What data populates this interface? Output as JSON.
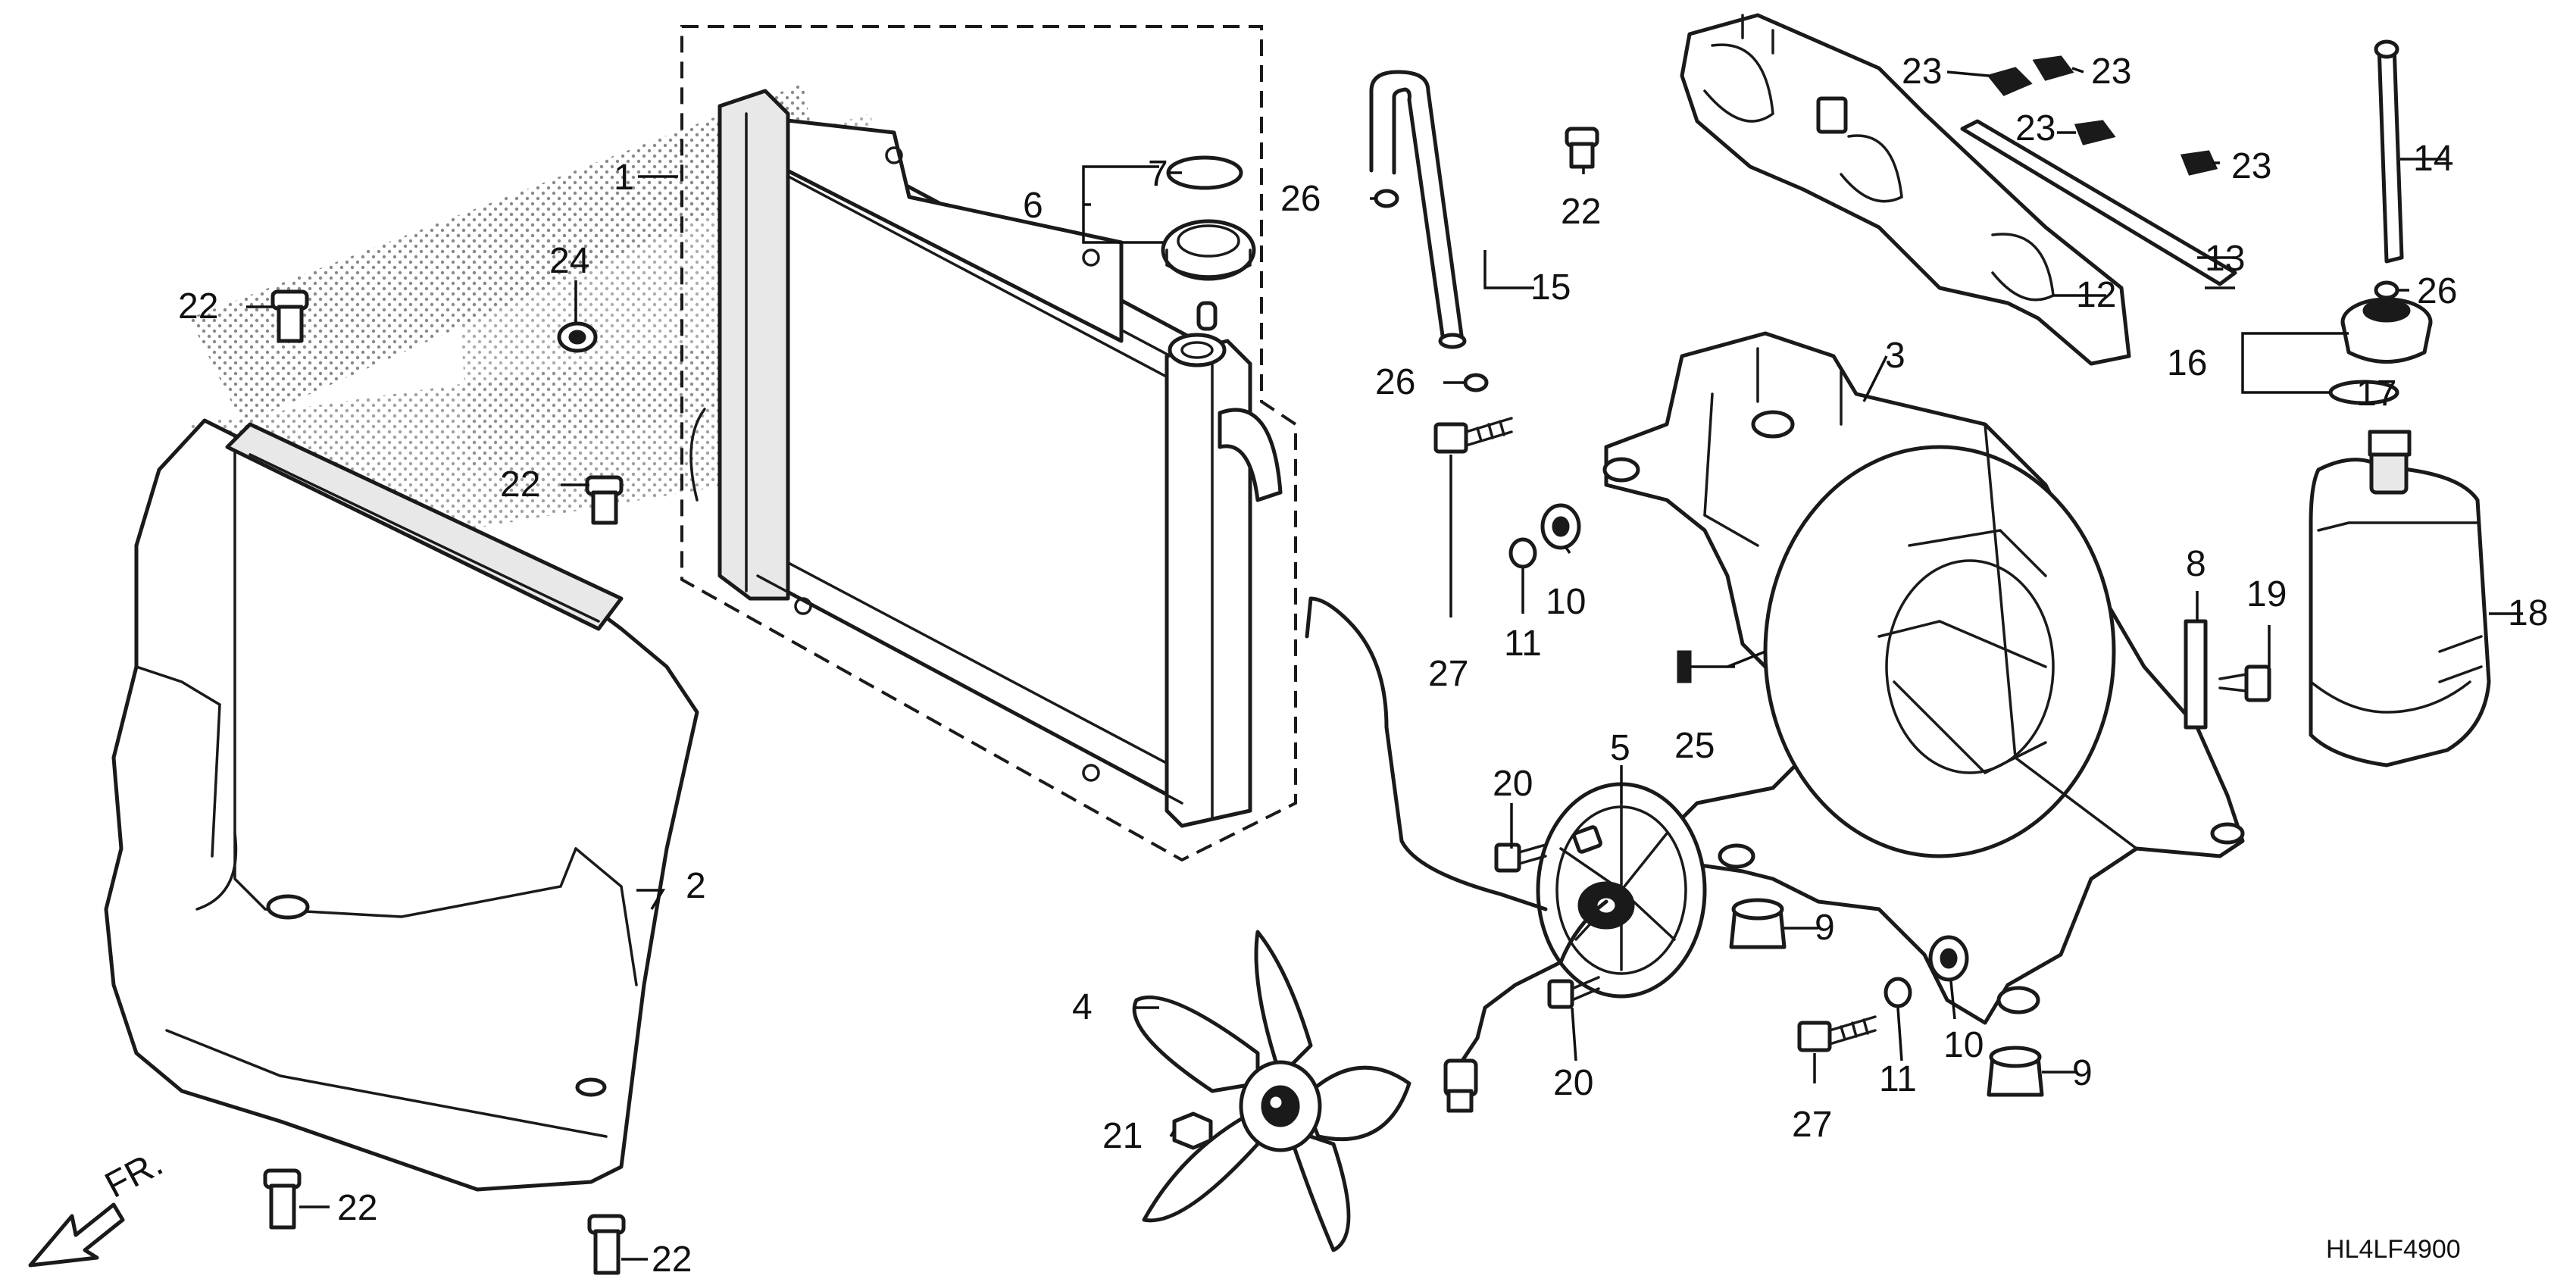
{
  "callouts": {
    "p1": "1",
    "p2": "2",
    "p3": "3",
    "p4": "4",
    "p5": "5",
    "p6": "6",
    "p7": "7",
    "p8": "8",
    "p9a": "9",
    "p9b": "9",
    "p10a": "10",
    "p10b": "10",
    "p11a": "11",
    "p11b": "11",
    "p12": "12",
    "p13": "13",
    "p14": "14",
    "p15": "15",
    "p16": "16",
    "p17": "17",
    "p18": "18",
    "p19": "19",
    "p20a": "20",
    "p20b": "20",
    "p21": "21",
    "p22a": "22",
    "p22b": "22",
    "p22c": "22",
    "p22d": "22",
    "p22e": "22",
    "p23a": "23",
    "p23b": "23",
    "p23c": "23",
    "p23d": "23",
    "p24": "24",
    "p25": "25",
    "p26a": "26",
    "p26b": "26",
    "p26c": "26",
    "p27a": "27",
    "p27b": "27"
  },
  "direction_label": "FR.",
  "diagram_code": "HL4LF4900"
}
